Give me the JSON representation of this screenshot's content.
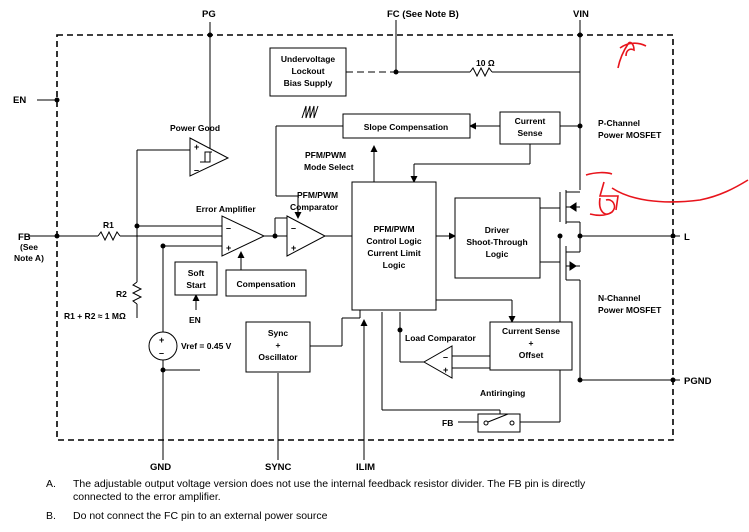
{
  "pins": {
    "pg": "PG",
    "fc": "FC (See Note B)",
    "vin": "VIN",
    "en": "EN",
    "fb": "FB",
    "fb_note_1": "(See",
    "fb_note_2": "Note A)",
    "l": "L",
    "pgnd": "PGND",
    "gnd": "GND",
    "sync": "SYNC",
    "ilim": "ILIM"
  },
  "blocks": {
    "uvlo": [
      "Undervoltage",
      "Lockout",
      "Bias Supply"
    ],
    "slope": "Slope Compensation",
    "current_sense": [
      "Current",
      "Sense"
    ],
    "pfm_mode": [
      "PFM/PWM",
      "Mode Select"
    ],
    "pfm_comp": [
      "PFM/PWM",
      "Comparator"
    ],
    "error_amp": "Error Amplifier",
    "power_good": "Power Good",
    "control_logic": [
      "PFM/PWM",
      "Control Logic",
      "Current Limit",
      "Logic"
    ],
    "driver": [
      "Driver",
      "Shoot-Through",
      "Logic"
    ],
    "soft_start": [
      "Soft",
      "Start"
    ],
    "compensation": "Compensation",
    "en_internal": "EN",
    "sync_osc": [
      "Sync",
      "+",
      "Oscillator"
    ],
    "vref": "Vref = 0.45 V",
    "load_comp": "Load Comparator",
    "cs_offset": [
      "Current Sense",
      "+",
      "Offset"
    ],
    "antiringing": "Antiringing",
    "fb_switch": "FB",
    "resistor_10": "10 Ω",
    "r1": "R1",
    "r2": "R2",
    "r_sum": "R1 + R2 ≈ 1 MΩ",
    "pmos": [
      "P-Channel",
      "Power MOSFET"
    ],
    "nmos": [
      "N-Channel",
      "Power MOSFET"
    ]
  },
  "notes": [
    {
      "tag": "A.",
      "lines": [
        "The adjustable output voltage version does not use the internal feedback resistor divider. The FB pin is directly",
        "connected to the error amplifier."
      ]
    },
    {
      "tag": "B.",
      "lines": [
        "Do not connect the FC pin to an external power source"
      ]
    }
  ],
  "colors": {
    "line": "#000000",
    "annotation": "#e8141c",
    "background": "#ffffff"
  }
}
